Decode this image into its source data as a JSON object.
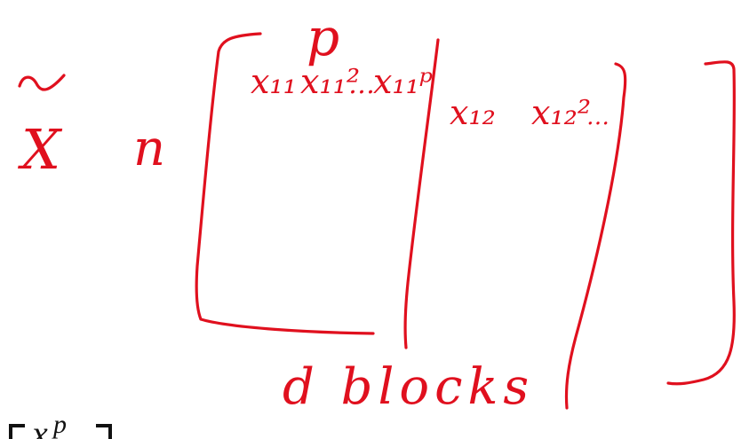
{
  "colors": {
    "ink": "#e0101e",
    "typeset": "#111111",
    "background": "#ffffff"
  },
  "labels": {
    "tilde_x": "X",
    "n": "n",
    "p": "p",
    "row_x11": "x₁₁",
    "row_x11_sq": "x₁₁²",
    "row_dots1": "…",
    "row_x11_p": "x₁₁ᵖ",
    "row_x12": "x₁₂",
    "row_x12_sq": "x₁₂²",
    "row_dots2": "…",
    "d_blocks": "d blocks"
  },
  "typeset": {
    "x_letter": "x",
    "exponent": "p"
  }
}
